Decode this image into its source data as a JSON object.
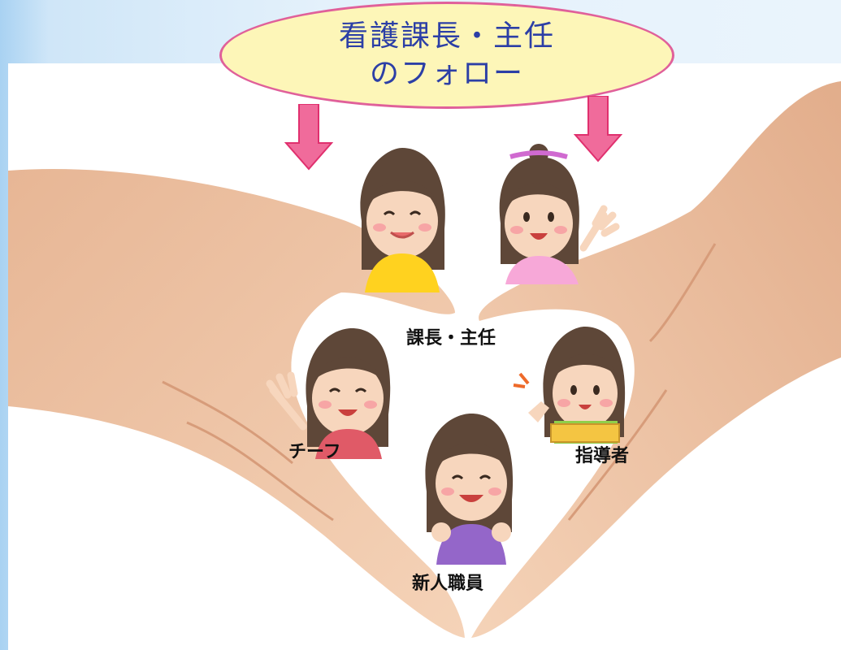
{
  "callout": {
    "line1": "看護課長・主任",
    "line2": "のフォロー"
  },
  "labels": {
    "manager": "課長・主任",
    "chief": "チーフ",
    "instructor": "指導者",
    "new_staff": "新人職員"
  },
  "colors": {
    "bubble_fill": "#fdf6b8",
    "bubble_border": "#e0609a",
    "bubble_text": "#2c3fa6",
    "arrow": "#f06b9b",
    "skin": "#f3c9a8"
  }
}
